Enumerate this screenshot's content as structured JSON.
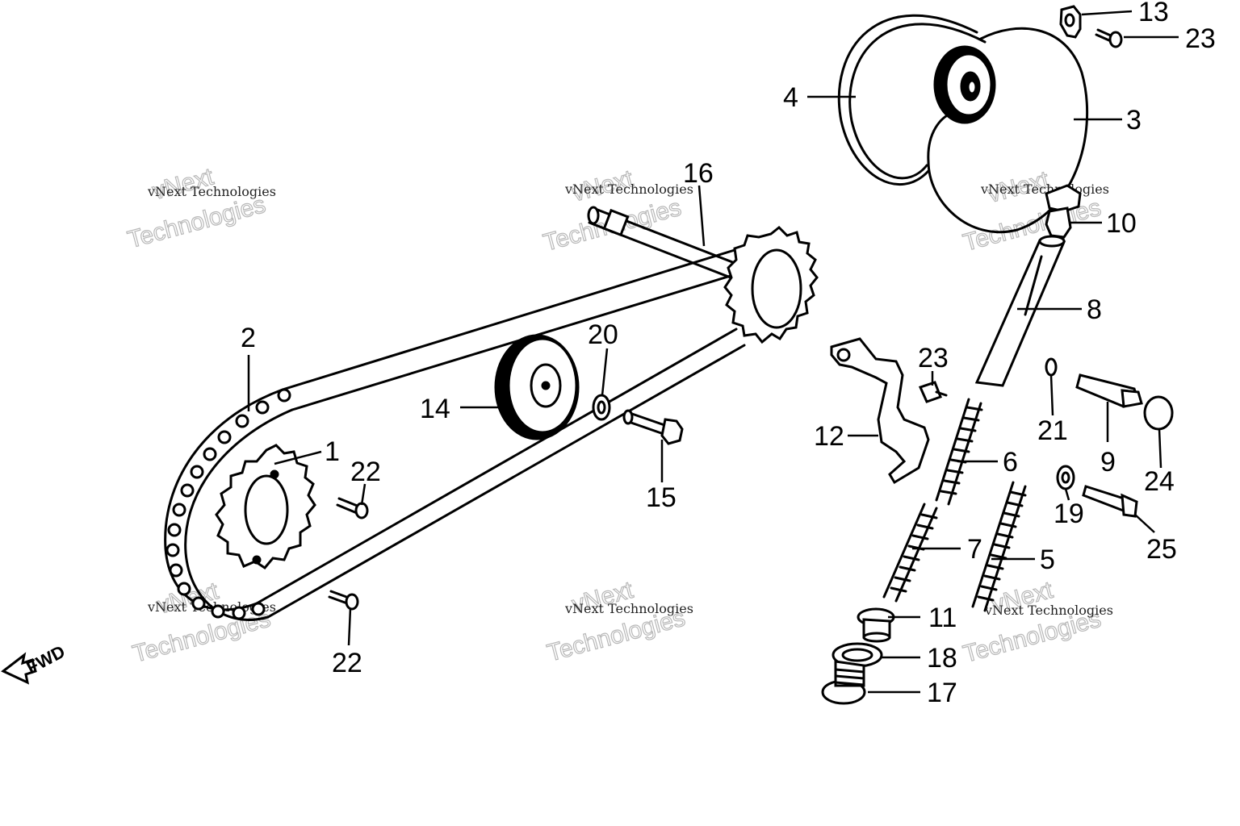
{
  "callouts": {
    "c1": "1",
    "c2": "2",
    "c3": "3",
    "c4": "4",
    "c5": "5",
    "c6": "6",
    "c7": "7",
    "c8": "8",
    "c9": "9",
    "c10": "10",
    "c11": "11",
    "c12": "12",
    "c13": "13",
    "c14": "14",
    "c15": "15",
    "c16": "16",
    "c17": "17",
    "c18": "18",
    "c19": "19",
    "c20": "20",
    "c21": "21",
    "c22a": "22",
    "c22b": "22",
    "c23a": "23",
    "c23b": "23",
    "c24": "24",
    "c25": "25"
  },
  "direction_label": "FWD",
  "watermark": {
    "line1": "vNext Technologies",
    "line2": "vNext",
    "line3": "Technologies"
  }
}
